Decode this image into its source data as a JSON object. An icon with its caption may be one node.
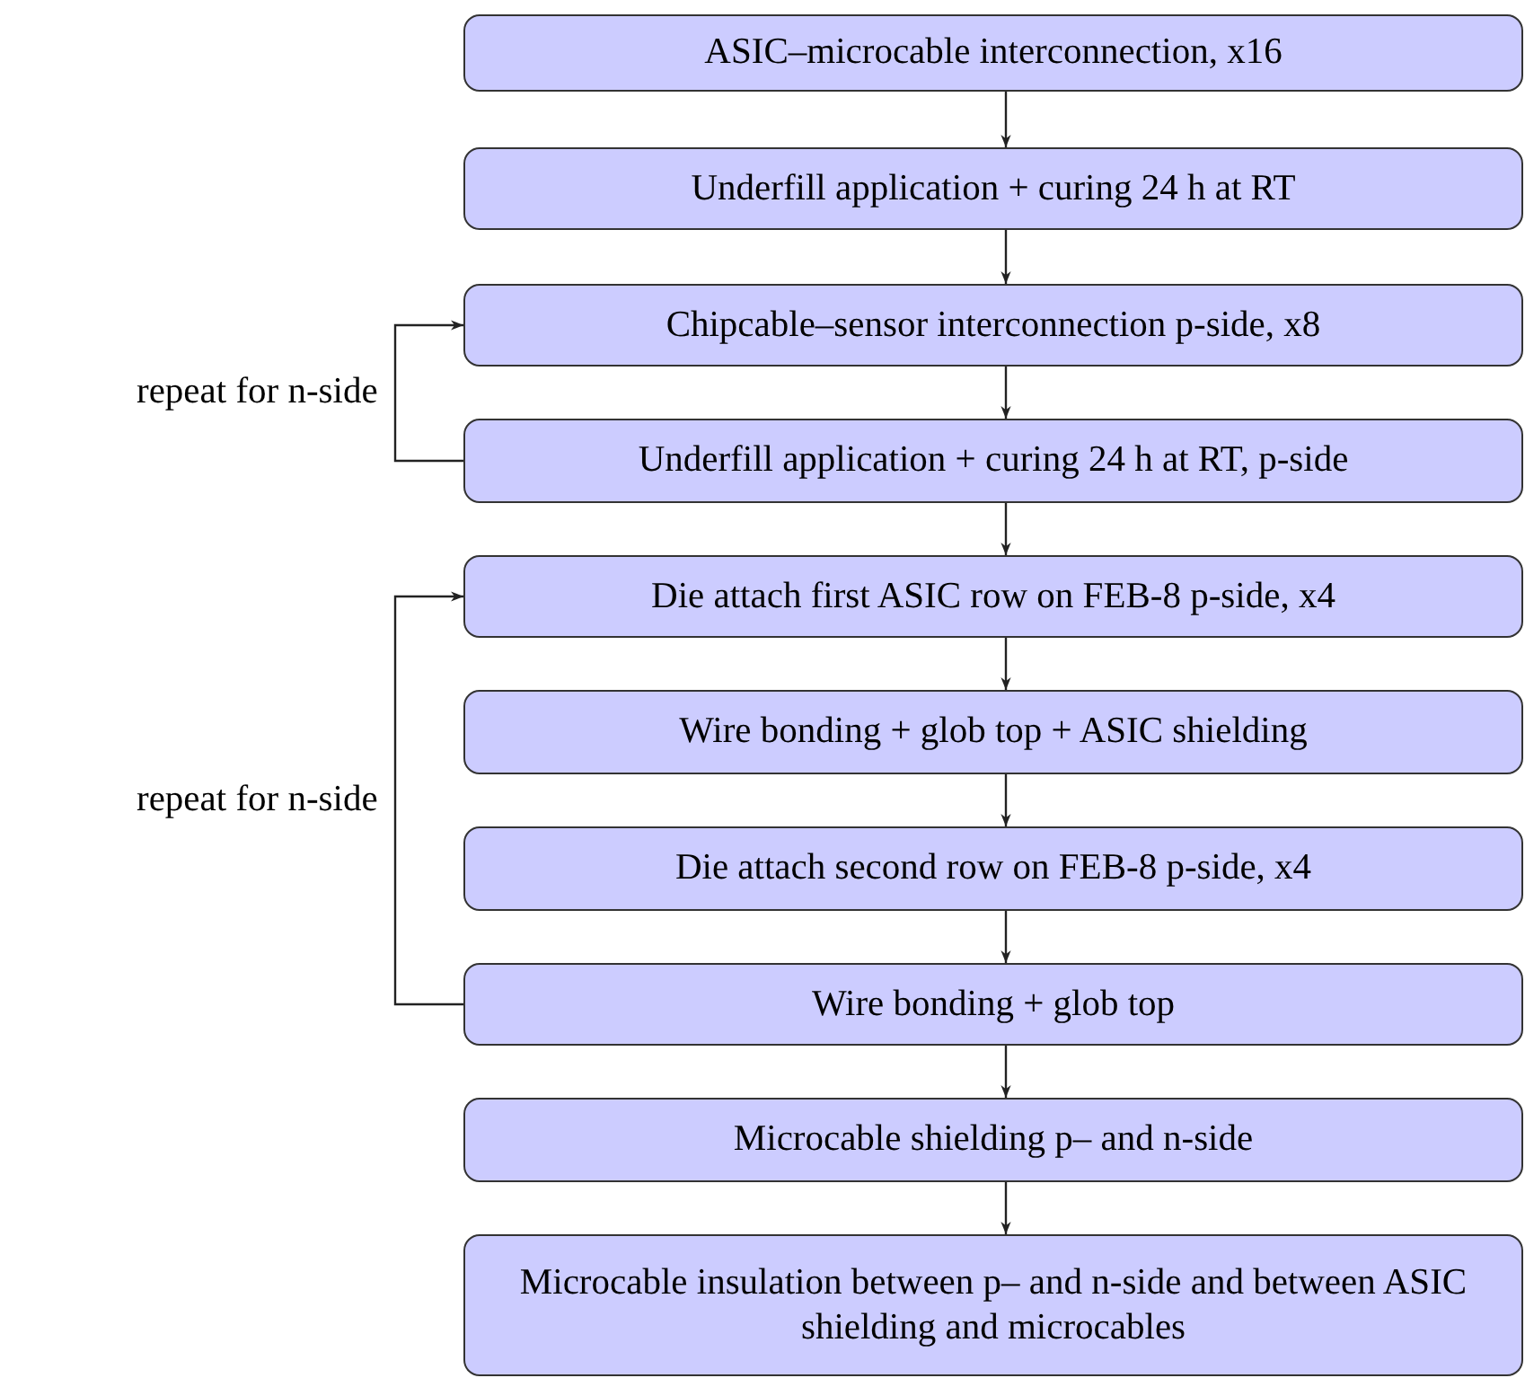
{
  "diagram": {
    "nodes": [
      {
        "text": [
          "ASIC–microcable interconnection, x16"
        ]
      },
      {
        "text": [
          "Underfill application + curing 24 h at RT"
        ]
      },
      {
        "text": [
          "Chipcable–sensor interconnection p-side, x8"
        ]
      },
      {
        "text": [
          "Underfill application + curing 24 h at RT, p-side"
        ]
      },
      {
        "text": [
          "Die attach first ASIC row on FEB-8 p-side, x4"
        ]
      },
      {
        "text": [
          "Wire bonding + glob top + ASIC shielding"
        ]
      },
      {
        "text": [
          "Die attach second row on FEB-8 p-side, x4"
        ]
      },
      {
        "text": [
          "Wire bonding + glob top"
        ]
      },
      {
        "text": [
          "Microcable shielding p– and n-side"
        ]
      },
      {
        "text": [
          "Microcable insulation between p– and n-side and between ASIC shielding and microcables"
        ]
      }
    ],
    "edges": [
      {
        "from": 0,
        "to": 1,
        "arrow": "to"
      },
      {
        "from": 1,
        "to": 2,
        "arrow": "to"
      },
      {
        "from": 2,
        "to": 3,
        "arrow": "to"
      },
      {
        "from": 3,
        "to": 4,
        "arrow": "to"
      },
      {
        "from": 4,
        "to": 5,
        "arrow": "to"
      },
      {
        "from": 5,
        "to": 6,
        "arrow": "to"
      },
      {
        "from": 6,
        "to": 7,
        "arrow": "to"
      },
      {
        "from": 7,
        "to": 8,
        "arrow": "to"
      },
      {
        "from": 8,
        "to": 9,
        "arrow": "to"
      },
      {
        "from": 3,
        "to": 2,
        "arrow": "to",
        "label": "repeat for n-side"
      },
      {
        "from": 7,
        "to": 4,
        "arrow": "to",
        "label": "repeat for n-side"
      }
    ]
  }
}
